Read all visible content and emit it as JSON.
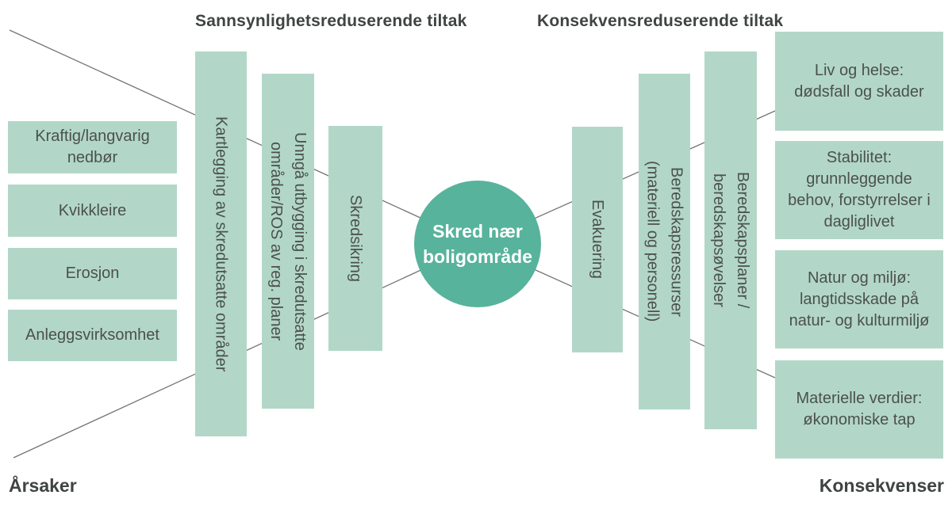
{
  "diagram": {
    "headers": {
      "probability": "Sannsynlighetsreduserende tiltak",
      "consequence": "Konsekvensreduserende tiltak"
    },
    "footers": {
      "causes": "Årsaker",
      "consequences": "Konsekvenser"
    },
    "central_event": {
      "lines": [
        "Skred nær",
        "boligområde"
      ]
    },
    "causes": [
      {
        "lines": [
          "Kraftig/langvarig",
          "nedbør"
        ]
      },
      {
        "lines": [
          "Kvikkleire"
        ]
      },
      {
        "lines": [
          "Erosjon"
        ]
      },
      {
        "lines": [
          "Anleggsvirksomhet"
        ]
      }
    ],
    "probability_measures": [
      {
        "lines": [
          "Kartlegging av skredutsatte områder"
        ]
      },
      {
        "lines": [
          "Unngå utbygging i skredutsatte",
          "områder/ROS av reg. planer"
        ]
      },
      {
        "lines": [
          "Skredsikring"
        ]
      }
    ],
    "consequence_measures": [
      {
        "lines": [
          "Evakuering"
        ]
      },
      {
        "lines": [
          "Beredskapsressurser",
          "(materiell og personell)"
        ]
      },
      {
        "lines": [
          "Beredskapsplaner /",
          "beredskapsøvelser"
        ]
      }
    ],
    "consequences": [
      {
        "lines": [
          "Liv og helse:",
          "dødsfall og skader"
        ]
      },
      {
        "lines": [
          "Stabilitet:",
          "grunnleggende",
          "behov, forstyrrelser i",
          "dagliglivet"
        ]
      },
      {
        "lines": [
          "Natur og miljø:",
          "langtidsskade på",
          "natur- og kulturmiljø"
        ]
      },
      {
        "lines": [
          "Materielle verdier:",
          "økonomiske tap"
        ]
      }
    ],
    "colors": {
      "box_fill": "#b2d7c8",
      "event_fill": "#57b39c",
      "text": "#4c504e",
      "line": "#747474"
    }
  }
}
